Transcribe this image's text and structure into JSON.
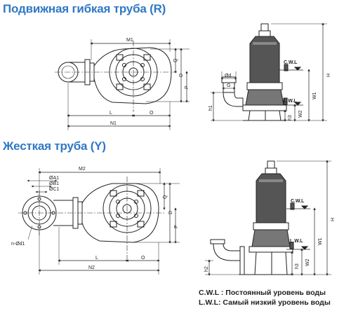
{
  "headings": {
    "flexible": "Подвижная гибкая труба (R)",
    "rigid": "Жесткая труба (Y)"
  },
  "top_plan_labels": {
    "m1": "M1",
    "l": "L",
    "n1": "N1",
    "o": "O",
    "q": "Q",
    "d": "D",
    "p": "P"
  },
  "top_side_labels": {
    "cwl": "C.W.L",
    "lwl": "L.W.L",
    "od": "Ød",
    "g": "G",
    "h1": "h1",
    "h": "H",
    "w1": "W1",
    "w2": "W2",
    "h3": "h3"
  },
  "bottom_plan_labels": {
    "m2": "M2",
    "oa1": "ØA1",
    "ob1": "ØB1",
    "oc1": "ØC1",
    "nod1": "n-Ød1",
    "l": "L",
    "o": "O",
    "n2": "N2",
    "q": "Q",
    "d": "D",
    "p": "P"
  },
  "bottom_side_labels": {
    "cwl": "C.W.L",
    "lwl": "L.W.L",
    "h": "H",
    "w1": "W1",
    "w2": "W2",
    "h2": "h2",
    "h3": "h3"
  },
  "legend": {
    "line1": "C.W.L : Постоянный уровень воды",
    "line2": "L.W.L: Самый низкий уровень воды"
  }
}
